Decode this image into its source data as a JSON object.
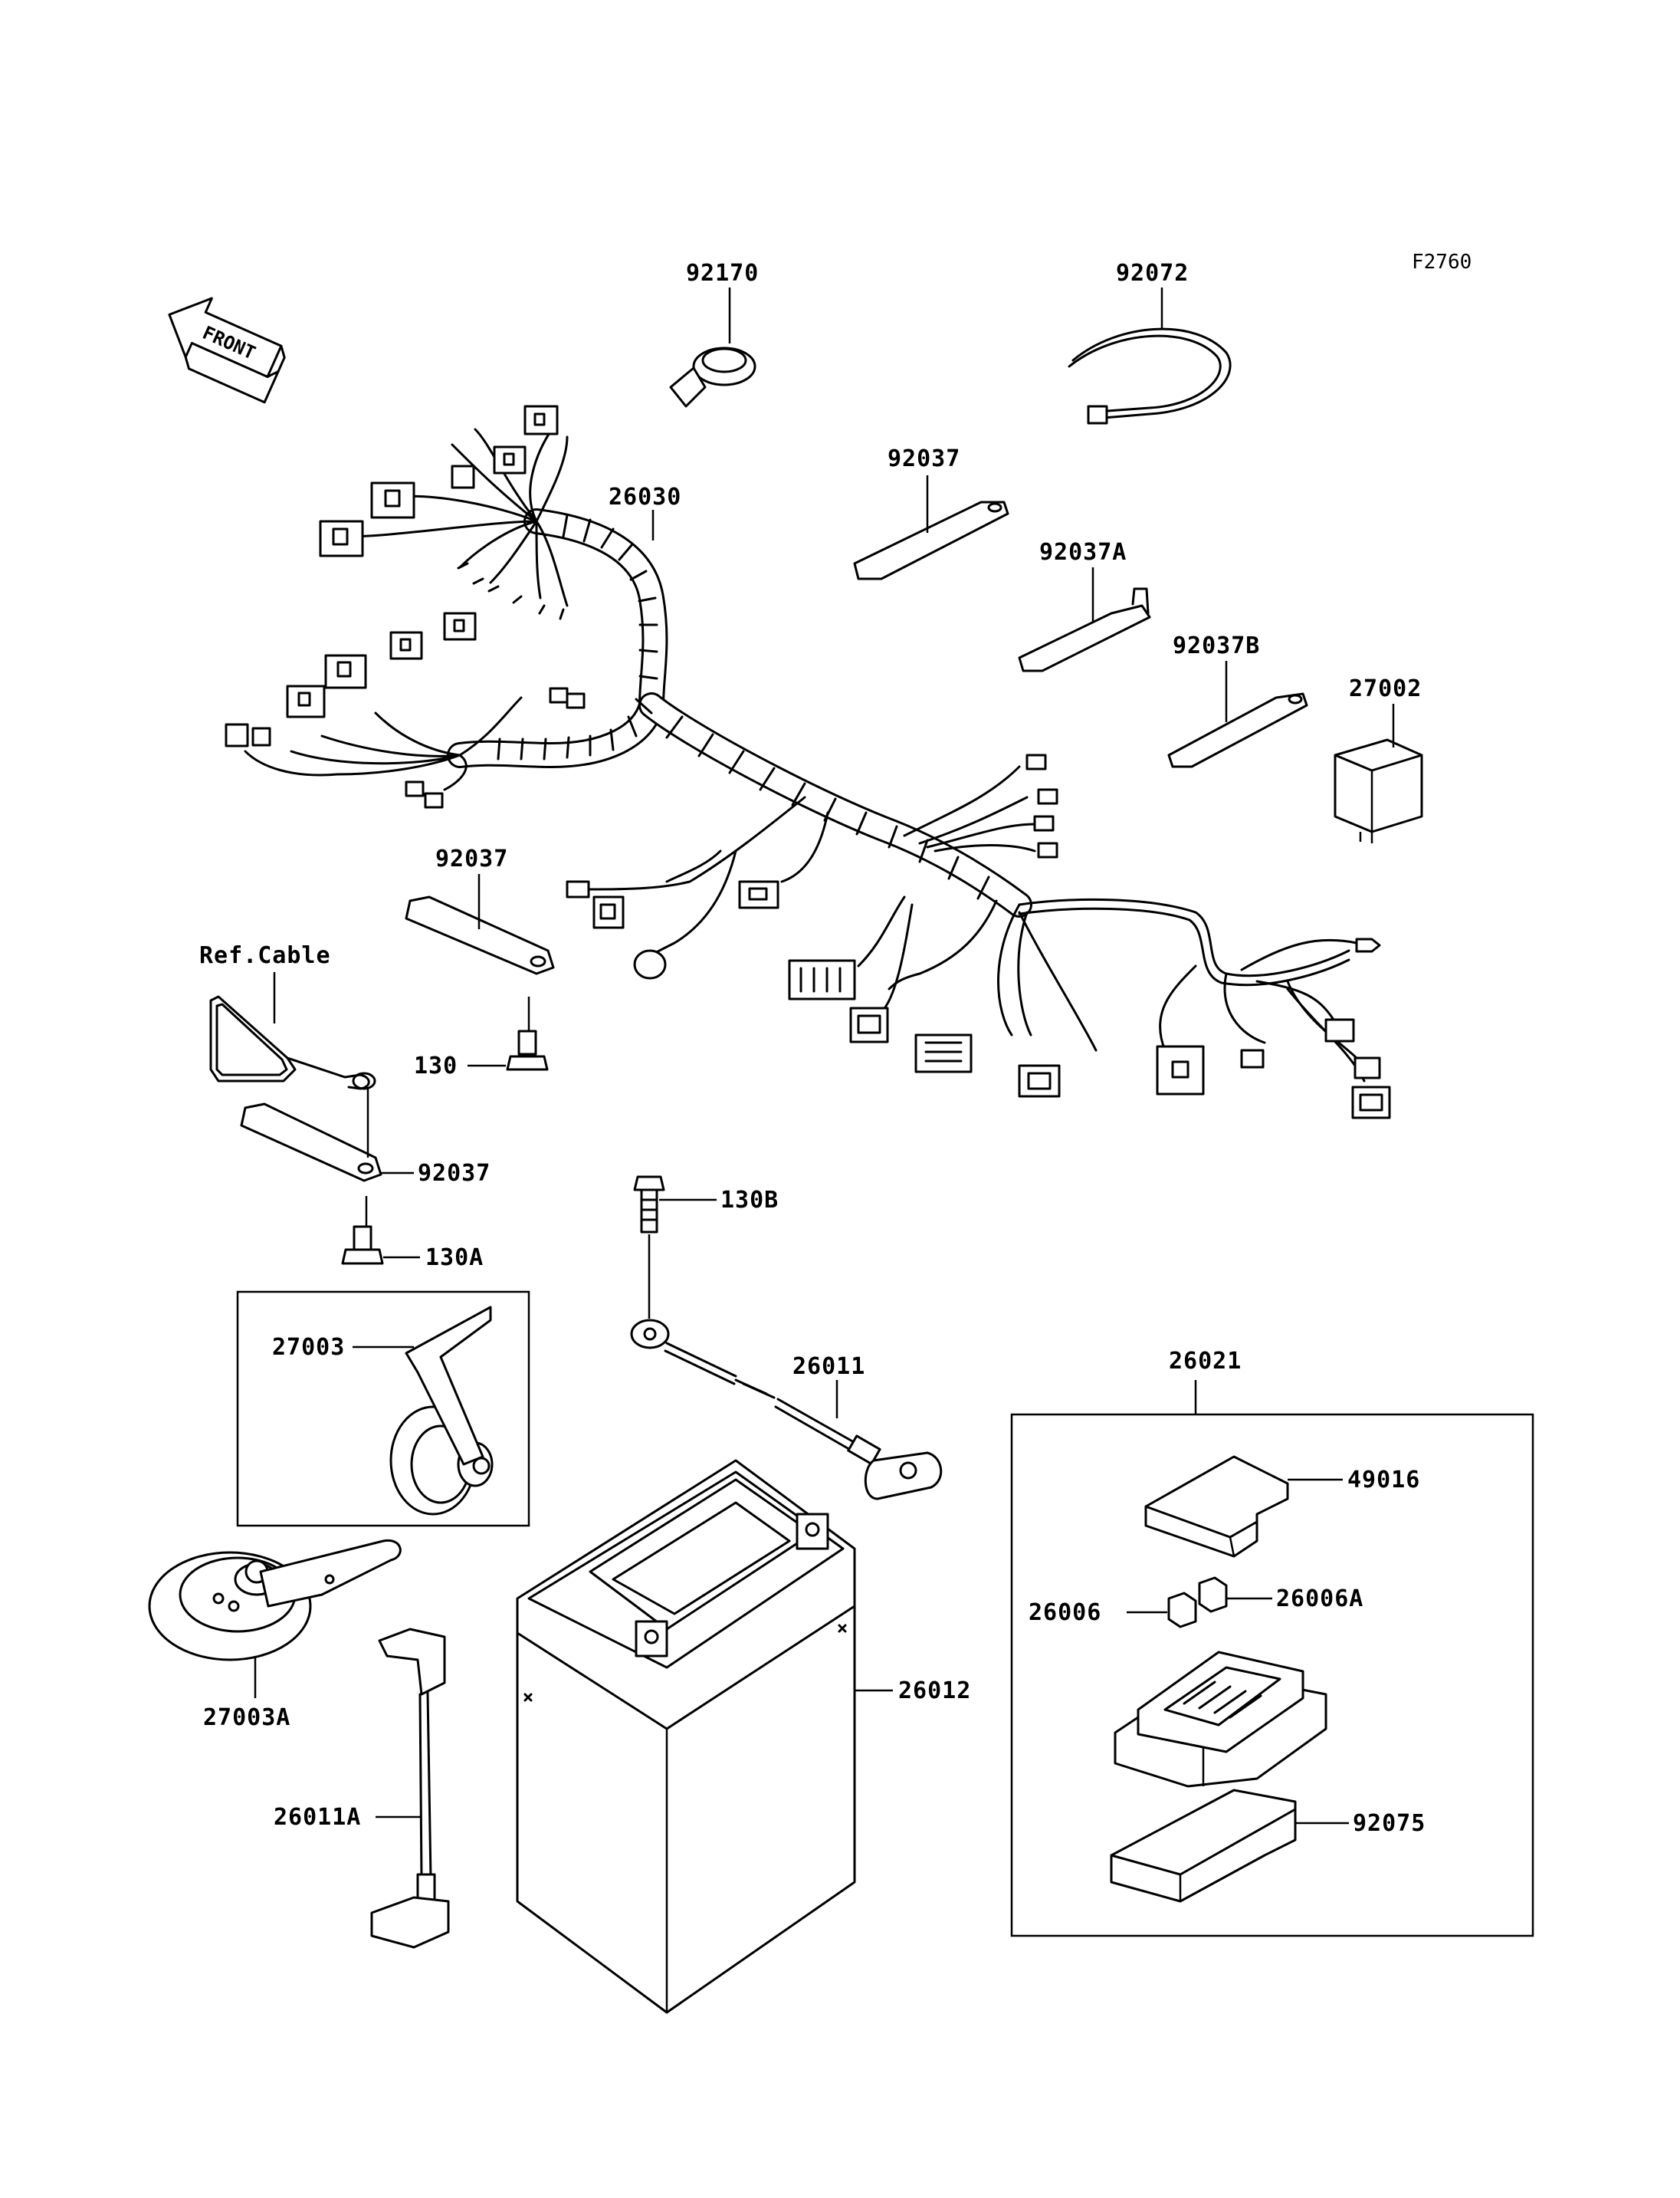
{
  "diagram_code": "F2760",
  "front_arrow": {
    "label": "FRONT",
    "icon": "front-direction-arrow"
  },
  "ref_cable": "Ref.Cable",
  "parts": {
    "p92170": "92170",
    "p92072": "92072",
    "p92037_top": "92037",
    "p26030": "26030",
    "p92037A": "92037A",
    "p92037B": "92037B",
    "p27002": "27002",
    "p92037_mid": "92037",
    "p130": "130",
    "p92037_low": "92037",
    "p130A": "130A",
    "p130B": "130B",
    "p27003": "27003",
    "p26011": "26011",
    "p26021": "26021",
    "p49016": "49016",
    "p26006": "26006",
    "p26006A": "26006A",
    "p26012": "26012",
    "p27003A": "27003A",
    "p26011A": "26011A",
    "p92075": "92075"
  }
}
